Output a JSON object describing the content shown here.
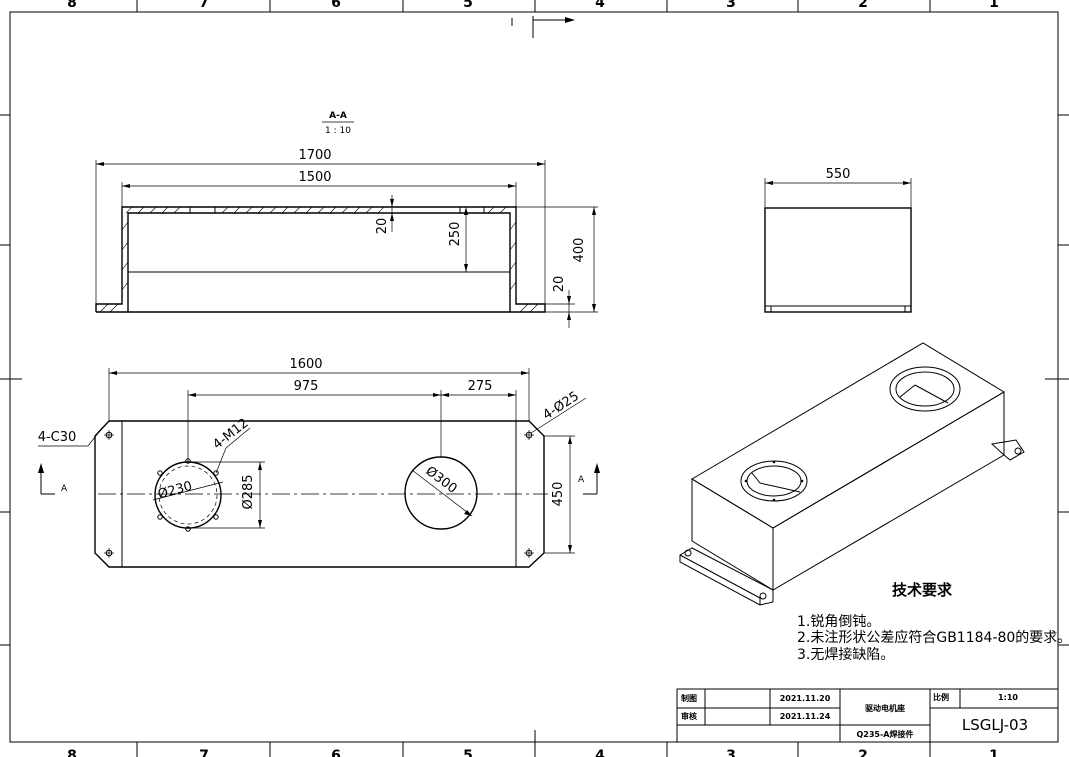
{
  "zones": [
    "8",
    "7",
    "6",
    "5",
    "4",
    "3",
    "2",
    "1"
  ],
  "section_view": {
    "label": "A-A",
    "scale": "1 : 10",
    "dims": {
      "overall_length": "1700",
      "inner_length": "1500",
      "plate_thickness": "20",
      "inner_height": "250",
      "total_height": "400",
      "foot_thickness": "20"
    }
  },
  "side_view": {
    "width": "550"
  },
  "plan_view": {
    "dims": {
      "length": "1600",
      "hole_spacing": "975",
      "edge_offset": "275",
      "width": "450",
      "corner_chamfer": "4-C30",
      "mount_holes": "4-Ø25",
      "tapped_holes": "4-M12",
      "pitch_circle": "Ø230",
      "bore_small": "Ø285",
      "bore_large": "Ø300"
    },
    "section_mark": "A"
  },
  "tech_requirements": {
    "title": "技术要求",
    "items": [
      "1.锐角倒钝。",
      "2.未注形状公差应符合GB1184-80的要求。",
      "3.无焊接缺陷。"
    ]
  },
  "title_block": {
    "drawn_label": "制图",
    "checked_label": "审核",
    "drawn_date": "2021.11.20",
    "checked_date": "2021.11.24",
    "part_name": "驱动电机座",
    "material": "Q235-A焊接件",
    "scale_label": "比例",
    "scale_value": "1:10",
    "drawing_number": "LSGLJ-03"
  }
}
